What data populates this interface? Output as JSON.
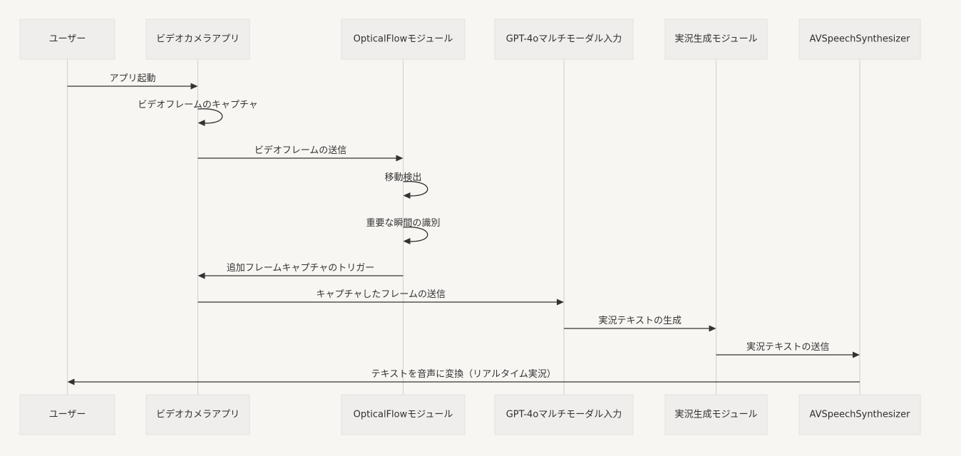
{
  "participants": [
    {
      "id": "user",
      "label": "ユーザー"
    },
    {
      "id": "camera",
      "label": "ビデオカメラアプリ"
    },
    {
      "id": "oflow",
      "label": "OpticalFlowモジュール"
    },
    {
      "id": "gpt",
      "label": "GPT-4oマルチモーダル入力"
    },
    {
      "id": "live",
      "label": "実況生成モジュール"
    },
    {
      "id": "avs",
      "label": "AVSpeechSynthesizer"
    }
  ],
  "messages": [
    {
      "from": "user",
      "to": "camera",
      "label": "アプリ起動"
    },
    {
      "from": "camera",
      "to": "camera",
      "label": "ビデオフレームのキャプチャ"
    },
    {
      "from": "camera",
      "to": "oflow",
      "label": "ビデオフレームの送信"
    },
    {
      "from": "oflow",
      "to": "oflow",
      "label": "移動検出"
    },
    {
      "from": "oflow",
      "to": "oflow",
      "label": "重要な瞬間の識別"
    },
    {
      "from": "oflow",
      "to": "camera",
      "label": "追加フレームキャプチャのトリガー"
    },
    {
      "from": "camera",
      "to": "gpt",
      "label": "キャプチャしたフレームの送信"
    },
    {
      "from": "gpt",
      "to": "live",
      "label": "実況テキストの生成"
    },
    {
      "from": "live",
      "to": "avs",
      "label": "実況テキストの送信"
    },
    {
      "from": "avs",
      "to": "user",
      "label": "テキストを音声に変換（リアルタイム実況）"
    }
  ]
}
